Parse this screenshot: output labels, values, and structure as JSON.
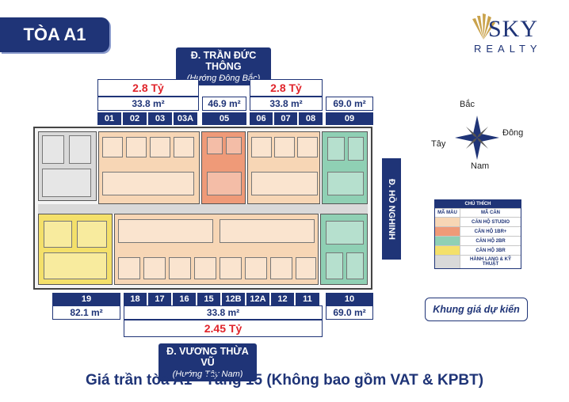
{
  "building": {
    "tag": "TÒA A1"
  },
  "logo": {
    "brand": "SKY",
    "sub": "REALTY"
  },
  "streets": {
    "top": {
      "name": "Đ. TRẦN ĐỨC THÔNG",
      "dir": "(Hướng Đông Bắc)"
    },
    "bottom": {
      "name": "Đ. VƯƠNG THỪA VŨ",
      "dir": "(Hướng Tây Nam)"
    },
    "right": {
      "name": "Đ. HỒ NGHINH"
    }
  },
  "top_group_left": {
    "price": "2.8 Tỷ",
    "area": "33.8 m²",
    "units": [
      "01",
      "02",
      "03",
      "03A"
    ]
  },
  "top_unit_05": {
    "area": "46.9 m²",
    "unit": "05"
  },
  "top_group_right": {
    "price": "2.8 Tỷ",
    "area": "33.8 m²",
    "units": [
      "06",
      "07",
      "08"
    ]
  },
  "top_unit_09": {
    "area": "69.0 m²",
    "unit": "09"
  },
  "bottom_unit_19": {
    "unit": "19",
    "area": "82.1 m²"
  },
  "bottom_group": {
    "units": [
      "18",
      "17",
      "16",
      "15",
      "12B",
      "12A",
      "12",
      "11"
    ],
    "area": "33.8 m²",
    "price": "2.45 Tỷ"
  },
  "bottom_unit_10": {
    "unit": "10",
    "area": "69.0 m²"
  },
  "compass": {
    "north": "Bắc",
    "east": "Đông",
    "west": "Tây",
    "south": "Nam"
  },
  "legend": {
    "title": "CHÚ THÍCH",
    "col_color": "MÃ MÀU",
    "col_type": "MÃ CĂN",
    "rows": [
      {
        "label": "CĂN HỘ STUDIO",
        "color": "#f7d6b5"
      },
      {
        "label": "CĂN HỘ 1BR+",
        "color": "#ef9a78"
      },
      {
        "label": "CĂN HỘ 2BR",
        "color": "#8fd0b4"
      },
      {
        "label": "CĂN HỘ 3BR",
        "color": "#f4e06a"
      },
      {
        "label": "HÀNH LANG & KỸ THUẬT",
        "color": "#d9d9d9"
      }
    ]
  },
  "estimate_label": "Khung giá dự kiến",
  "footer": "Giá trần tòa A1 - Tầng 15 (Không bao gồm VAT & KPBT)",
  "colors": {
    "navy": "#1f3477",
    "price_red": "#e0242b"
  }
}
